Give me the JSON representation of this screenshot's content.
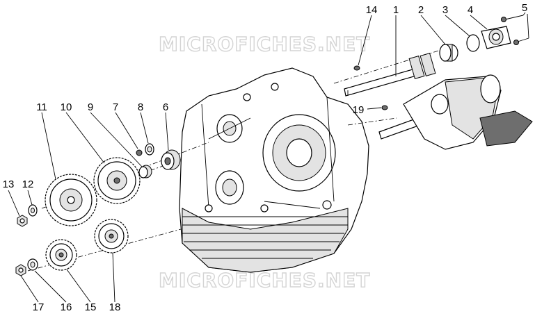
{
  "watermark": "MICROFICHES.NET",
  "callouts": {
    "c1": "1",
    "c2": "2",
    "c3": "3",
    "c4": "4",
    "c5": "5",
    "c6": "6",
    "c7": "7",
    "c8": "8",
    "c9": "9",
    "c10": "10",
    "c11": "11",
    "c12": "12",
    "c13": "13",
    "c14": "14",
    "c15": "15",
    "c16": "16",
    "c17": "17",
    "c18": "18",
    "c19": "19"
  }
}
